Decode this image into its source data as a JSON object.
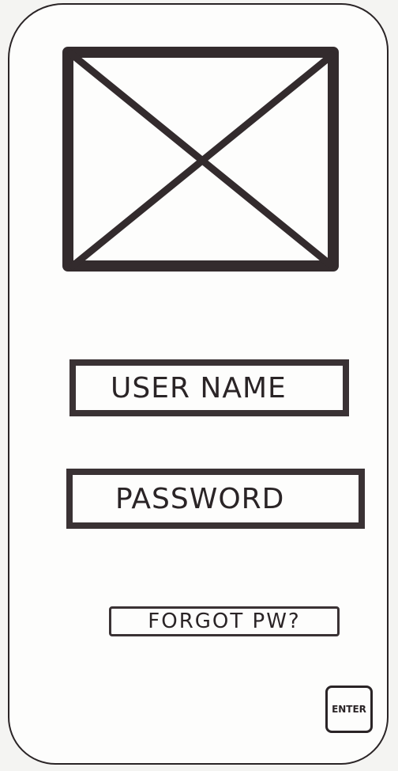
{
  "login": {
    "username_placeholder": "USER NAME",
    "password_placeholder": "PASSWORD",
    "forgot_label": "FORGOT PW?",
    "enter_label": "ENTER"
  },
  "colors": {
    "ink": "#2a2426",
    "paper": "#fdfdfc",
    "background": "#f4f4f2"
  },
  "icons": {
    "image_placeholder": "image-placeholder-icon"
  }
}
